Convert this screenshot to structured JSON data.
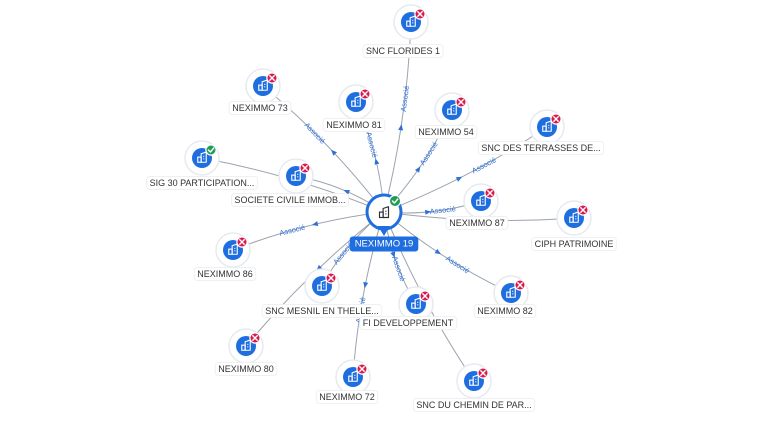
{
  "colors": {
    "edge": "#9aa3ad",
    "edge_label": "#2f6fd6",
    "node_fill": "#1f6ee0",
    "node_ring": "#e6eaf0",
    "badge_bad": "#d81b4c",
    "badge_ok": "#1f9d55",
    "label_text": "#333333",
    "center_label_bg": "#1f6ee0",
    "center_label_text": "#ffffff"
  },
  "center": {
    "label": "NEXIMMO 19",
    "status": "ok",
    "icon": "building-icon"
  },
  "nodes": [
    {
      "id": "n1",
      "label": "SNC FLORIDES 1",
      "status": "closed",
      "icon": "building-icon"
    },
    {
      "id": "n2",
      "label": "NEXIMMO 73",
      "status": "closed",
      "icon": "building-icon"
    },
    {
      "id": "n3",
      "label": "NEXIMMO 81",
      "status": "closed",
      "icon": "building-icon"
    },
    {
      "id": "n4",
      "label": "NEXIMMO 54",
      "status": "closed",
      "icon": "building-icon"
    },
    {
      "id": "n5",
      "label": "SNC DES TERRASSES DE...",
      "status": "closed",
      "icon": "building-icon"
    },
    {
      "id": "n6",
      "label": "SIG 30 PARTICIPATION...",
      "status": "ok",
      "icon": "building-icon"
    },
    {
      "id": "n7",
      "label": "SOCIETE CIVILE IMMOB...",
      "status": "closed",
      "icon": "building-icon"
    },
    {
      "id": "n8",
      "label": "NEXIMMO 87",
      "status": "closed",
      "icon": "building-icon"
    },
    {
      "id": "n9",
      "label": "CIPH PATRIMOINE",
      "status": "closed",
      "icon": "building-icon"
    },
    {
      "id": "n10",
      "label": "NEXIMMO 86",
      "status": "closed",
      "icon": "building-icon"
    },
    {
      "id": "n11",
      "label": "SNC MESNIL EN THELLE...",
      "status": "closed",
      "icon": "building-icon"
    },
    {
      "id": "n12",
      "label": "NEXIMMO 82",
      "status": "closed",
      "icon": "building-icon"
    },
    {
      "id": "n13",
      "label": "FI DEVELOPPEMENT",
      "status": "closed",
      "icon": "building-icon"
    },
    {
      "id": "n14",
      "label": "NEXIMMO 80",
      "status": "closed",
      "icon": "building-icon"
    },
    {
      "id": "n15",
      "label": "NEXIMMO 72",
      "status": "closed",
      "icon": "building-icon"
    },
    {
      "id": "n16",
      "label": "SNC DU CHEMIN DE PAR...",
      "status": "closed",
      "icon": "building-icon"
    }
  ],
  "edges": [
    {
      "to": "n1",
      "label": "Associé"
    },
    {
      "to": "n2",
      "label": "Associé"
    },
    {
      "to": "n3",
      "label": "Associé"
    },
    {
      "to": "n4",
      "label": "Associé"
    },
    {
      "to": "n5",
      "label": "Associé"
    },
    {
      "to": "n6",
      "label": ""
    },
    {
      "to": "n7",
      "label": ""
    },
    {
      "to": "n8",
      "label": "Associé"
    },
    {
      "to": "n9",
      "label": ""
    },
    {
      "to": "n10",
      "label": "Associé"
    },
    {
      "to": "n11",
      "label": "Associé"
    },
    {
      "to": "n12",
      "label": "Associé"
    },
    {
      "to": "n13",
      "label": "Associé"
    },
    {
      "to": "n14",
      "label": ""
    },
    {
      "to": "n15",
      "label": "Associé"
    },
    {
      "to": "n16",
      "label": ""
    }
  ]
}
